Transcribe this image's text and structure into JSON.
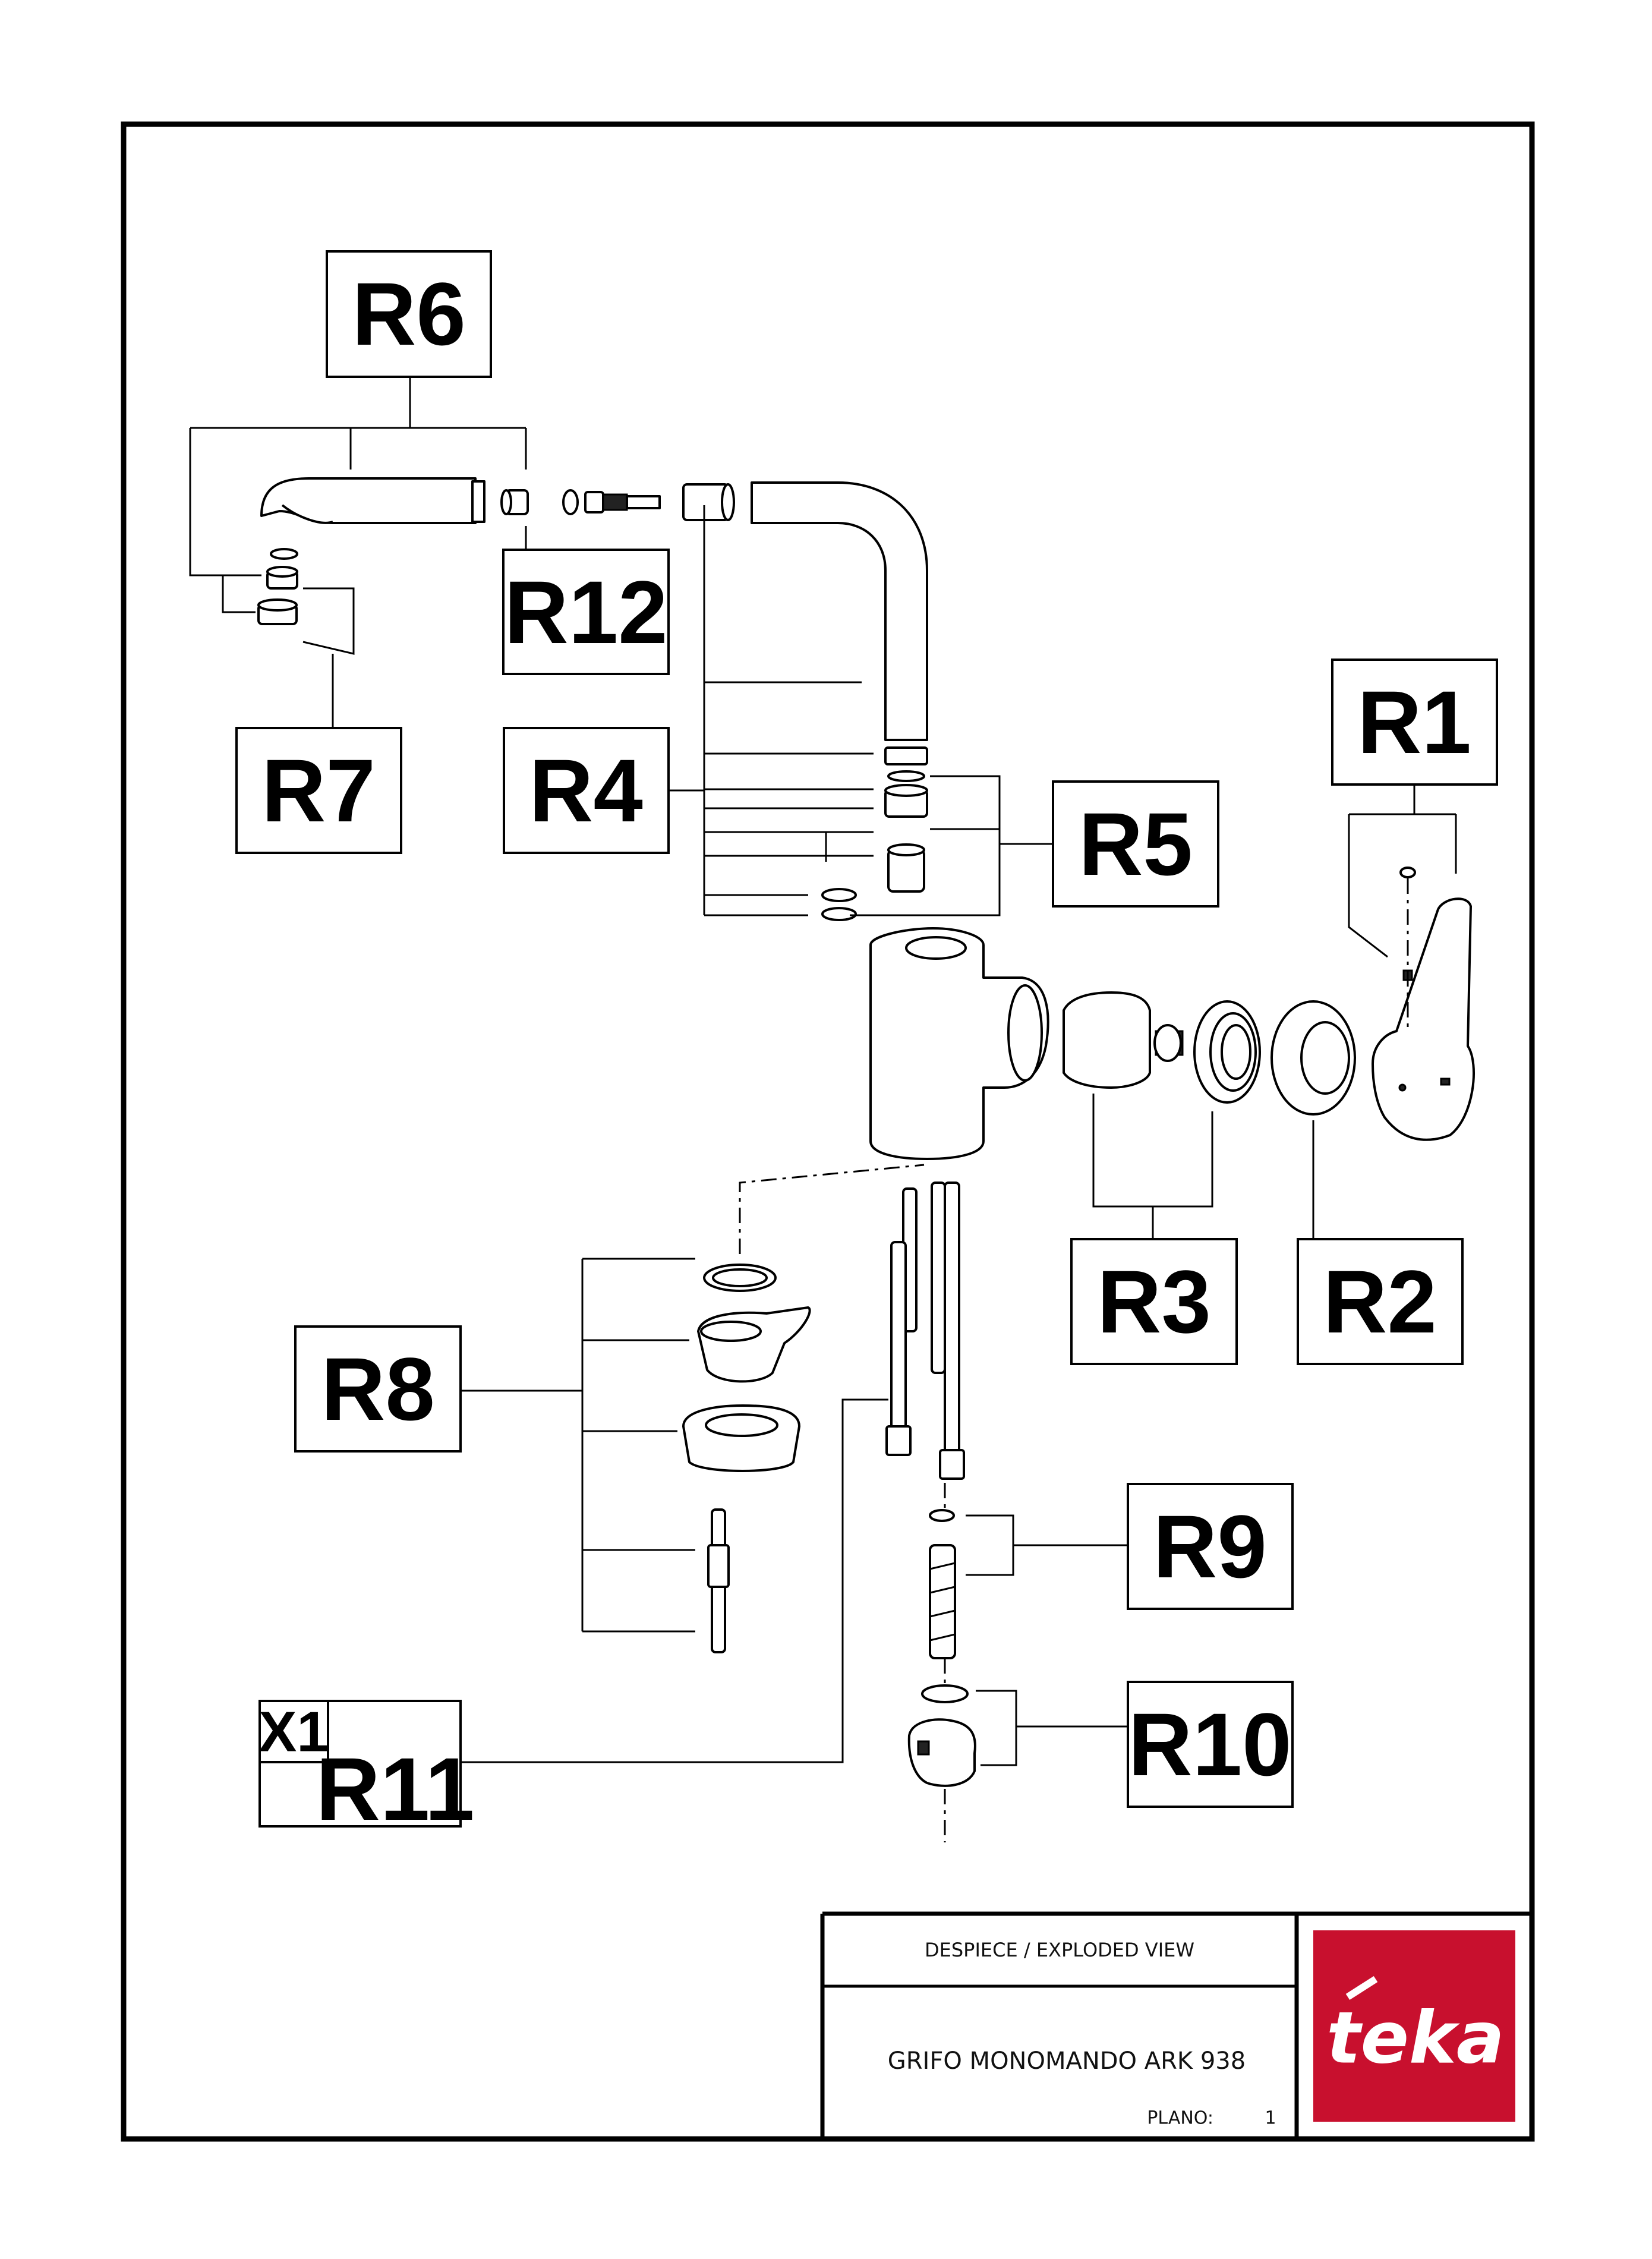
{
  "labels": {
    "r1": "R1",
    "r2": "R2",
    "r3": "R3",
    "r4": "R4",
    "r5": "R5",
    "r6": "R6",
    "r7": "R7",
    "r8": "R8",
    "r9": "R9",
    "r10": "R10",
    "r11": "R11",
    "r12": "R12"
  },
  "r11_quantity": "X1",
  "title_block": {
    "view_title": "DESPIECE / EXPLODED VIEW",
    "product_name": "GRIFO MONOMANDO ARK 938",
    "sheet_label": "PLANO:",
    "sheet_number": "1"
  },
  "logo": {
    "text": "teka",
    "color": "#c8102e"
  },
  "colors": {
    "line": "#000000",
    "background": "#ffffff"
  }
}
